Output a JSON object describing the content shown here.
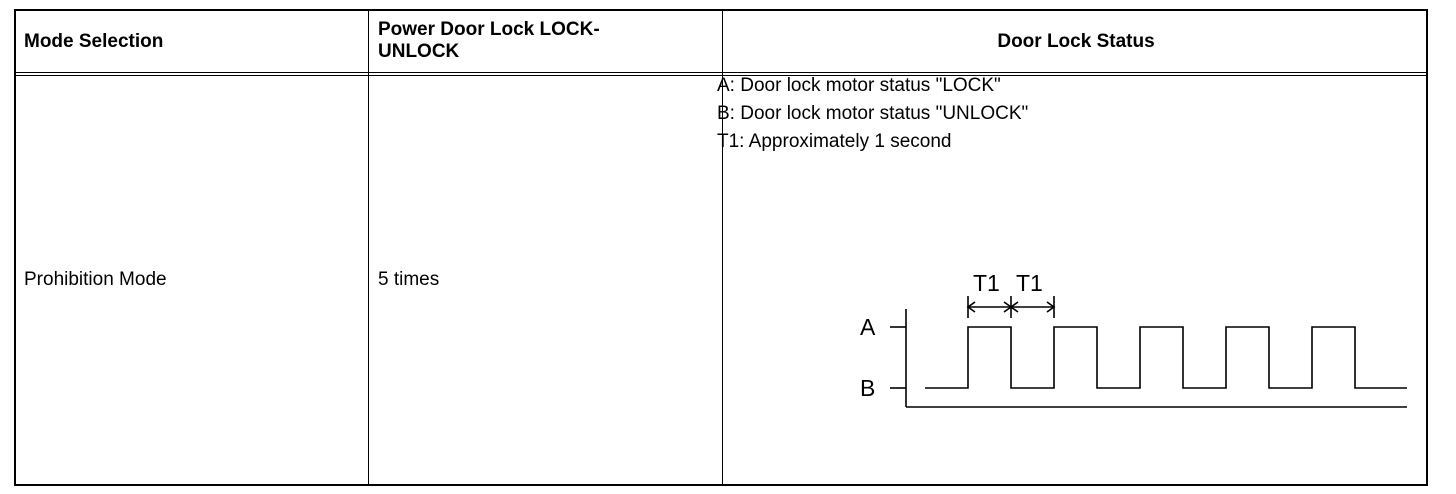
{
  "table": {
    "headers": {
      "mode_selection": "Mode Selection",
      "power_door_lock_line1": "Power Door Lock LOCK-",
      "power_door_lock_line2": "UNLOCK",
      "door_lock_status": "Door Lock Status"
    },
    "rows": [
      {
        "mode": "Prohibition Mode",
        "operations": "5 times",
        "legend": [
          "A: Door lock motor status \"LOCK\"",
          "B: Door lock motor status \"UNLOCK\"",
          "T1: Approximately 1 second"
        ],
        "diagram": {
          "level_high_label": "A",
          "level_low_label": "B",
          "interval_label_1": "T1",
          "interval_label_2": "T1",
          "pulse_count": 5
        }
      }
    ]
  }
}
